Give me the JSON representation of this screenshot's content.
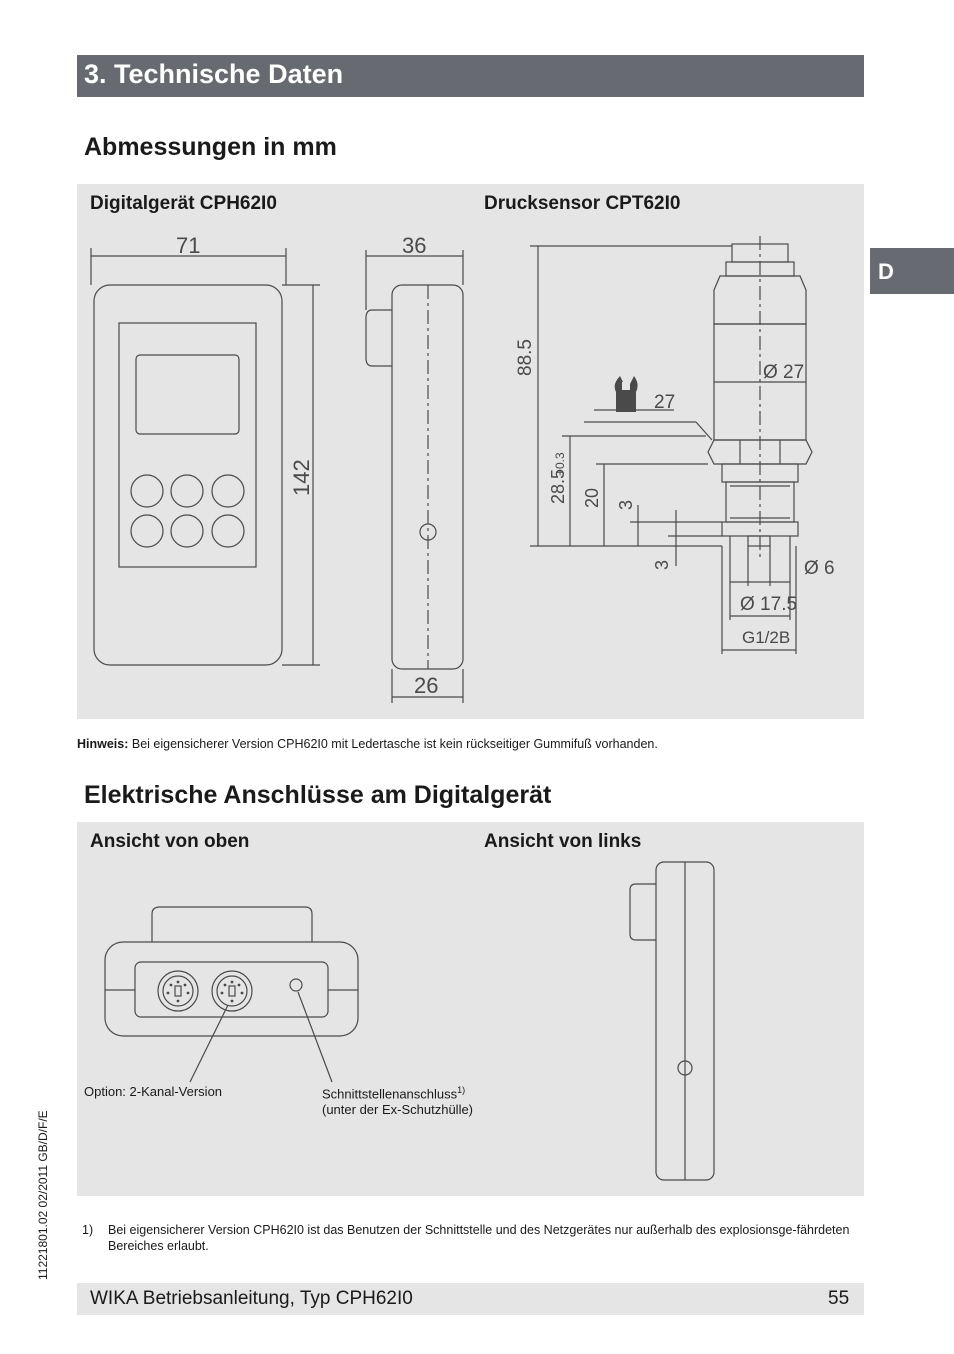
{
  "header": {
    "title": "3. Technische Daten",
    "tab_letter": "D"
  },
  "dimensions": {
    "heading": "Abmessungen in mm",
    "left_label": "Digitalgerät CPH62I0",
    "right_label": "Drucksensor CPT62I0",
    "device": {
      "width": "71",
      "depth_top": "36",
      "height": "142",
      "depth_bottom": "26"
    },
    "sensor": {
      "length": "88.5",
      "diameter": "Ø 27",
      "wrench": "27",
      "thread_len": "28.5",
      "thread_tol": "+0.3",
      "len20": "20",
      "len3a": "3",
      "len3b": "3",
      "d6": "Ø 6",
      "d175": "Ø 17.5",
      "thread": "G1/2B"
    }
  },
  "note": {
    "label": "Hinweis:",
    "text": " Bei eigensicherer Version CPH62I0 mit Ledertasche ist kein rückseitiger Gummifuß vorhanden."
  },
  "electrical": {
    "heading": "Elektrische Anschlüsse am Digitalgerät",
    "left_label": "Ansicht von oben",
    "right_label": "Ansicht von links",
    "callout_left": "Option: 2-Kanal-Version",
    "callout_right_line1": "Schnittstellenanschluss",
    "callout_right_sup": "1)",
    "callout_right_line2": "(unter der Ex-Schutzhülle)"
  },
  "footnote": {
    "num": "1)",
    "text": "Bei eigensicherer Version CPH62I0 ist das Benutzen der Schnittstelle und des Netzgerätes nur außerhalb des explosionsge-fährdeten Bereiches erlaubt."
  },
  "side_code": "11221801.02 02/2011 GB/D/F/E",
  "footer": {
    "left": "WIKA Betriebsanleitung, Typ CPH62I0",
    "page": "55"
  }
}
